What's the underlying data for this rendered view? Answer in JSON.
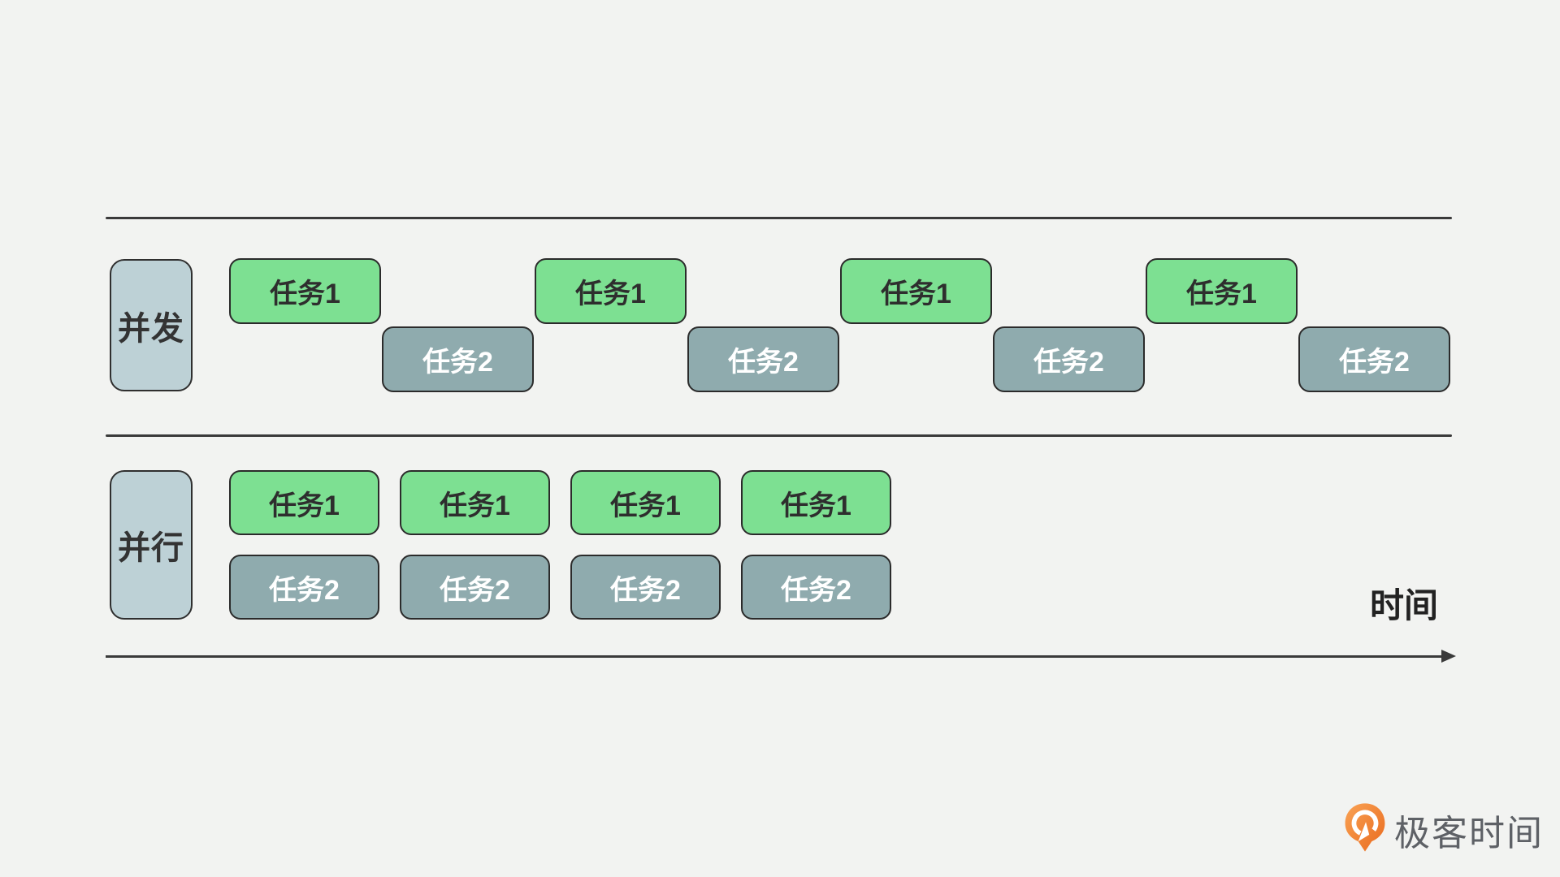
{
  "background": "#f2f3f1",
  "colors": {
    "task1_fill": "#7de092",
    "task2_fill": "#8fabae",
    "row_label_fill": "#bdd1d6",
    "box_border": "#2b2b2b",
    "task1_text": "#2e2e2e",
    "task2_text": "#ffffff",
    "line": "#3a3a3a",
    "logo_orange_light": "#f9a254",
    "logo_orange_dark": "#e96a1e",
    "logo_text_color": "#5e6166"
  },
  "concurrency_row": {
    "label": "并发",
    "tasks": [
      {
        "label": "任务1",
        "type": "task1"
      },
      {
        "label": "任务2",
        "type": "task2"
      },
      {
        "label": "任务1",
        "type": "task1"
      },
      {
        "label": "任务2",
        "type": "task2"
      },
      {
        "label": "任务1",
        "type": "task1"
      },
      {
        "label": "任务2",
        "type": "task2"
      },
      {
        "label": "任务1",
        "type": "task1"
      },
      {
        "label": "任务2",
        "type": "task2"
      }
    ]
  },
  "parallel_row": {
    "label": "并行",
    "top_tasks": [
      {
        "label": "任务1",
        "type": "task1"
      },
      {
        "label": "任务1",
        "type": "task1"
      },
      {
        "label": "任务1",
        "type": "task1"
      },
      {
        "label": "任务1",
        "type": "task1"
      }
    ],
    "bottom_tasks": [
      {
        "label": "任务2",
        "type": "task2"
      },
      {
        "label": "任务2",
        "type": "task2"
      },
      {
        "label": "任务2",
        "type": "task2"
      },
      {
        "label": "任务2",
        "type": "task2"
      }
    ]
  },
  "time_axis": {
    "label": "时间"
  },
  "logo": {
    "text": "极客时间",
    "icon": "geektime-pin-icon"
  }
}
